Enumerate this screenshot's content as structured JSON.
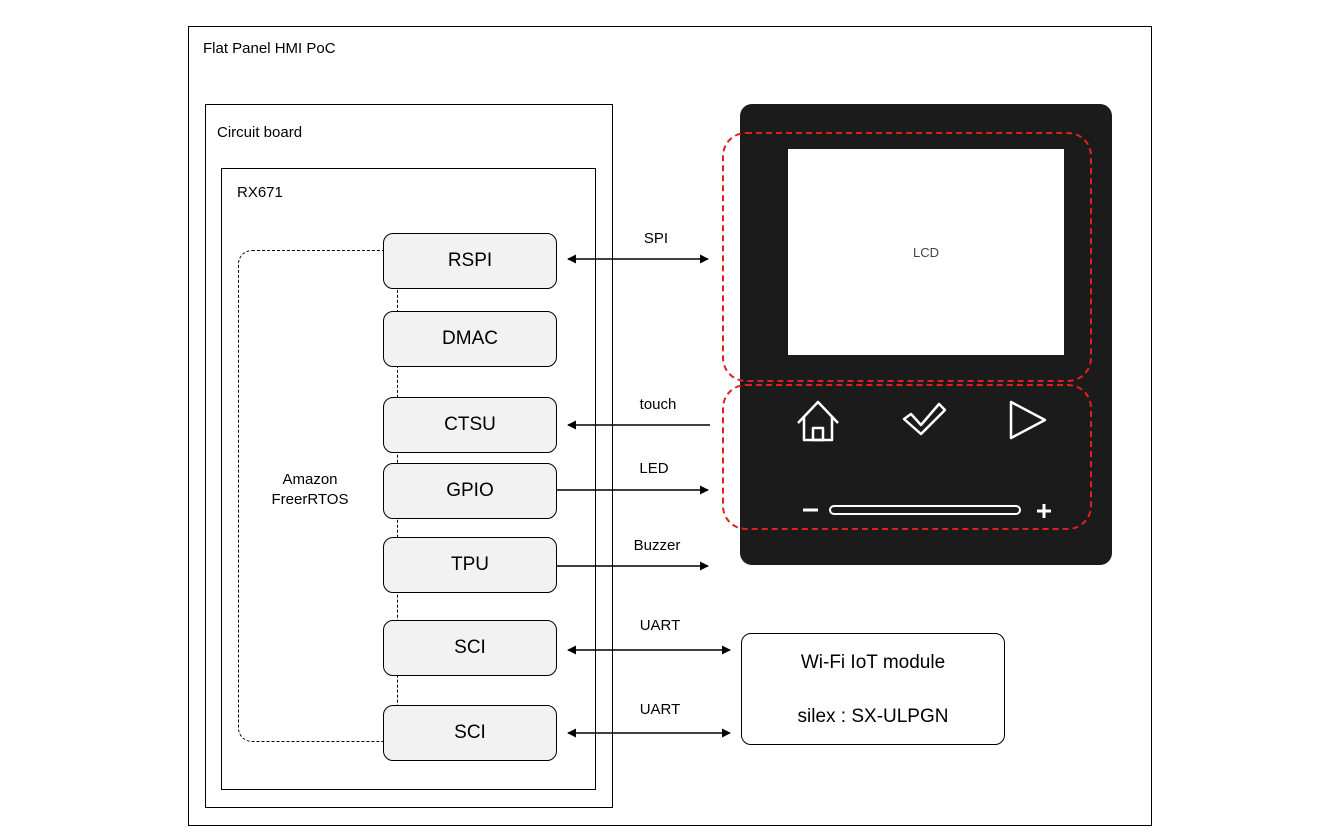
{
  "poc": {
    "title": "Flat Panel HMI PoC"
  },
  "board": {
    "title": "Circuit board"
  },
  "mcu": {
    "title": "RX671"
  },
  "os": {
    "line1": "Amazon",
    "line2": "FreerRTOS"
  },
  "blocks": {
    "rspi": "RSPI",
    "dmac": "DMAC",
    "ctsu": "CTSU",
    "gpio": "GPIO",
    "tpu": "TPU",
    "sci1": "SCI",
    "sci2": "SCI"
  },
  "signals": {
    "spi": "SPI",
    "touch": "touch",
    "led": "LED",
    "buzzer": "Buzzer",
    "uart1": "UART",
    "uart2": "UART"
  },
  "panel": {
    "lcd_label": "LCD",
    "icons": [
      "home-icon",
      "checkmark-icon",
      "play-icon",
      "minus-icon",
      "slider-icon",
      "plus-icon"
    ],
    "minus": "−",
    "plus": "+"
  },
  "wifi": {
    "line1": "Wi-Fi IoT module",
    "line2": "silex : SX-ULPGN"
  },
  "colors": {
    "highlight": "#e02020",
    "panel": "#1b1b1b",
    "block_fill": "#f2f2f2"
  }
}
